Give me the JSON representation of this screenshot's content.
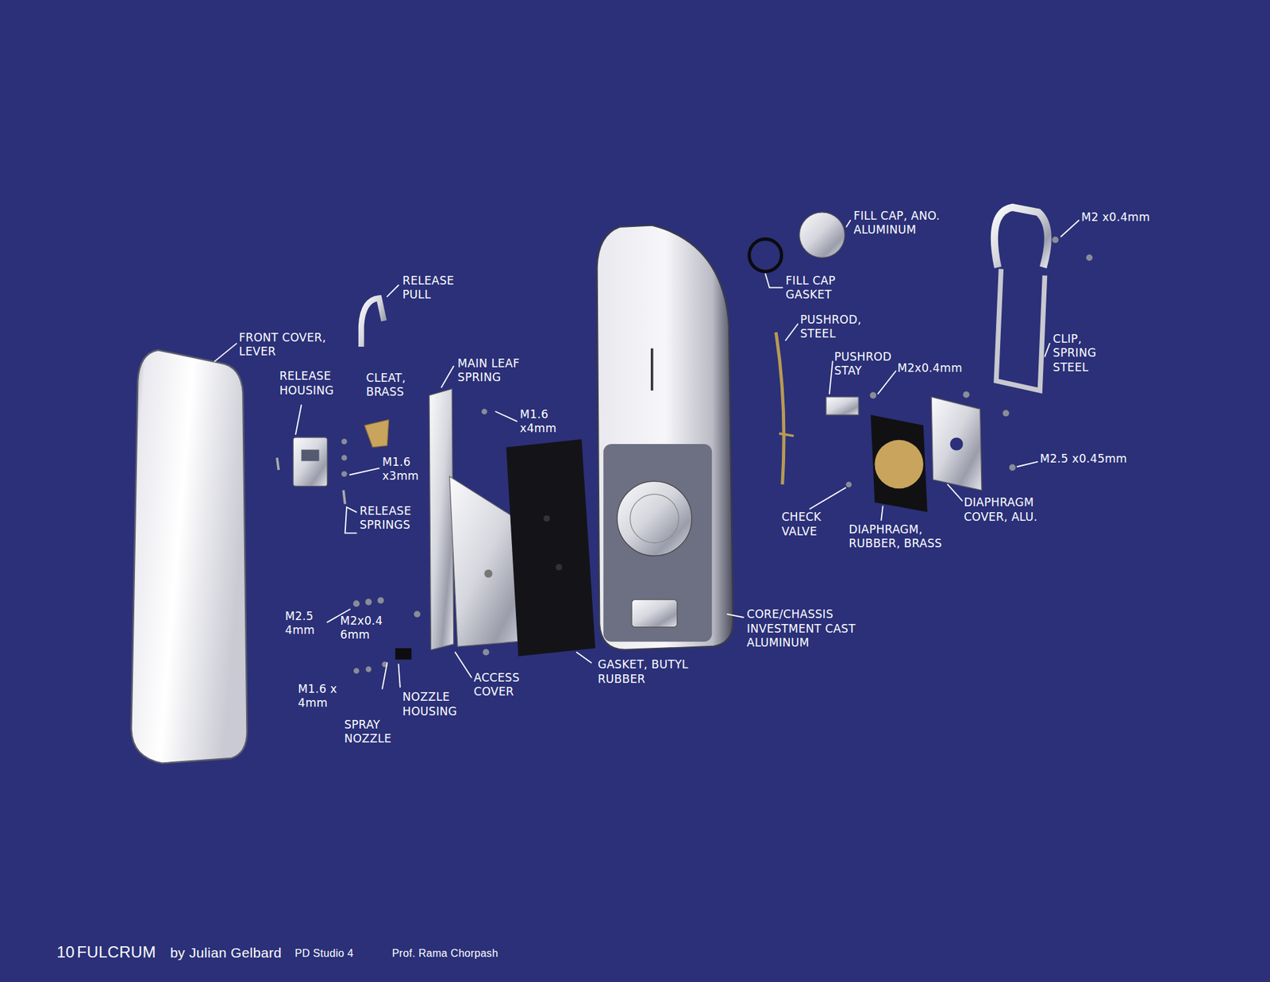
{
  "diagram": {
    "labels": [
      "FRONT COVER, LEVER",
      "RELEASE PULL",
      "RELEASE HOUSING",
      "CLEAT, BRASS",
      "MAIN LEAF SPRING",
      "M1.6 x4mm",
      "M1.6 x3mm",
      "RELEASE SPRINGS",
      "M2.5 4mm",
      "M2x0.4 6mm",
      "M1.6 x 4mm",
      "SPRAY NOZZLE",
      "NOZZLE HOUSING",
      "ACCESS COVER",
      "GASKET, BUTYL RUBBER",
      "CORE/CHASSIS INVESTMENT CAST ALUMINUM",
      "FILL CAP, ANO. ALUMINUM",
      "FILL CAP GASKET",
      "PUSHROD, STEEL",
      "PUSHROD STAY",
      "M2x0.4mm",
      "M2 x0.4mm",
      "CLIP, SPRING STEEL",
      "M2.5 x0.45mm",
      "CHECK VALVE",
      "DIAPHRAGM, RUBBER, BRASS",
      "DIAPHRAGM COVER, ALU.",
      "10",
      "FULCRUM",
      "by Julian Gelbard",
      "PD Studio 4",
      "Prof. Rama Chorpash"
    ]
  }
}
